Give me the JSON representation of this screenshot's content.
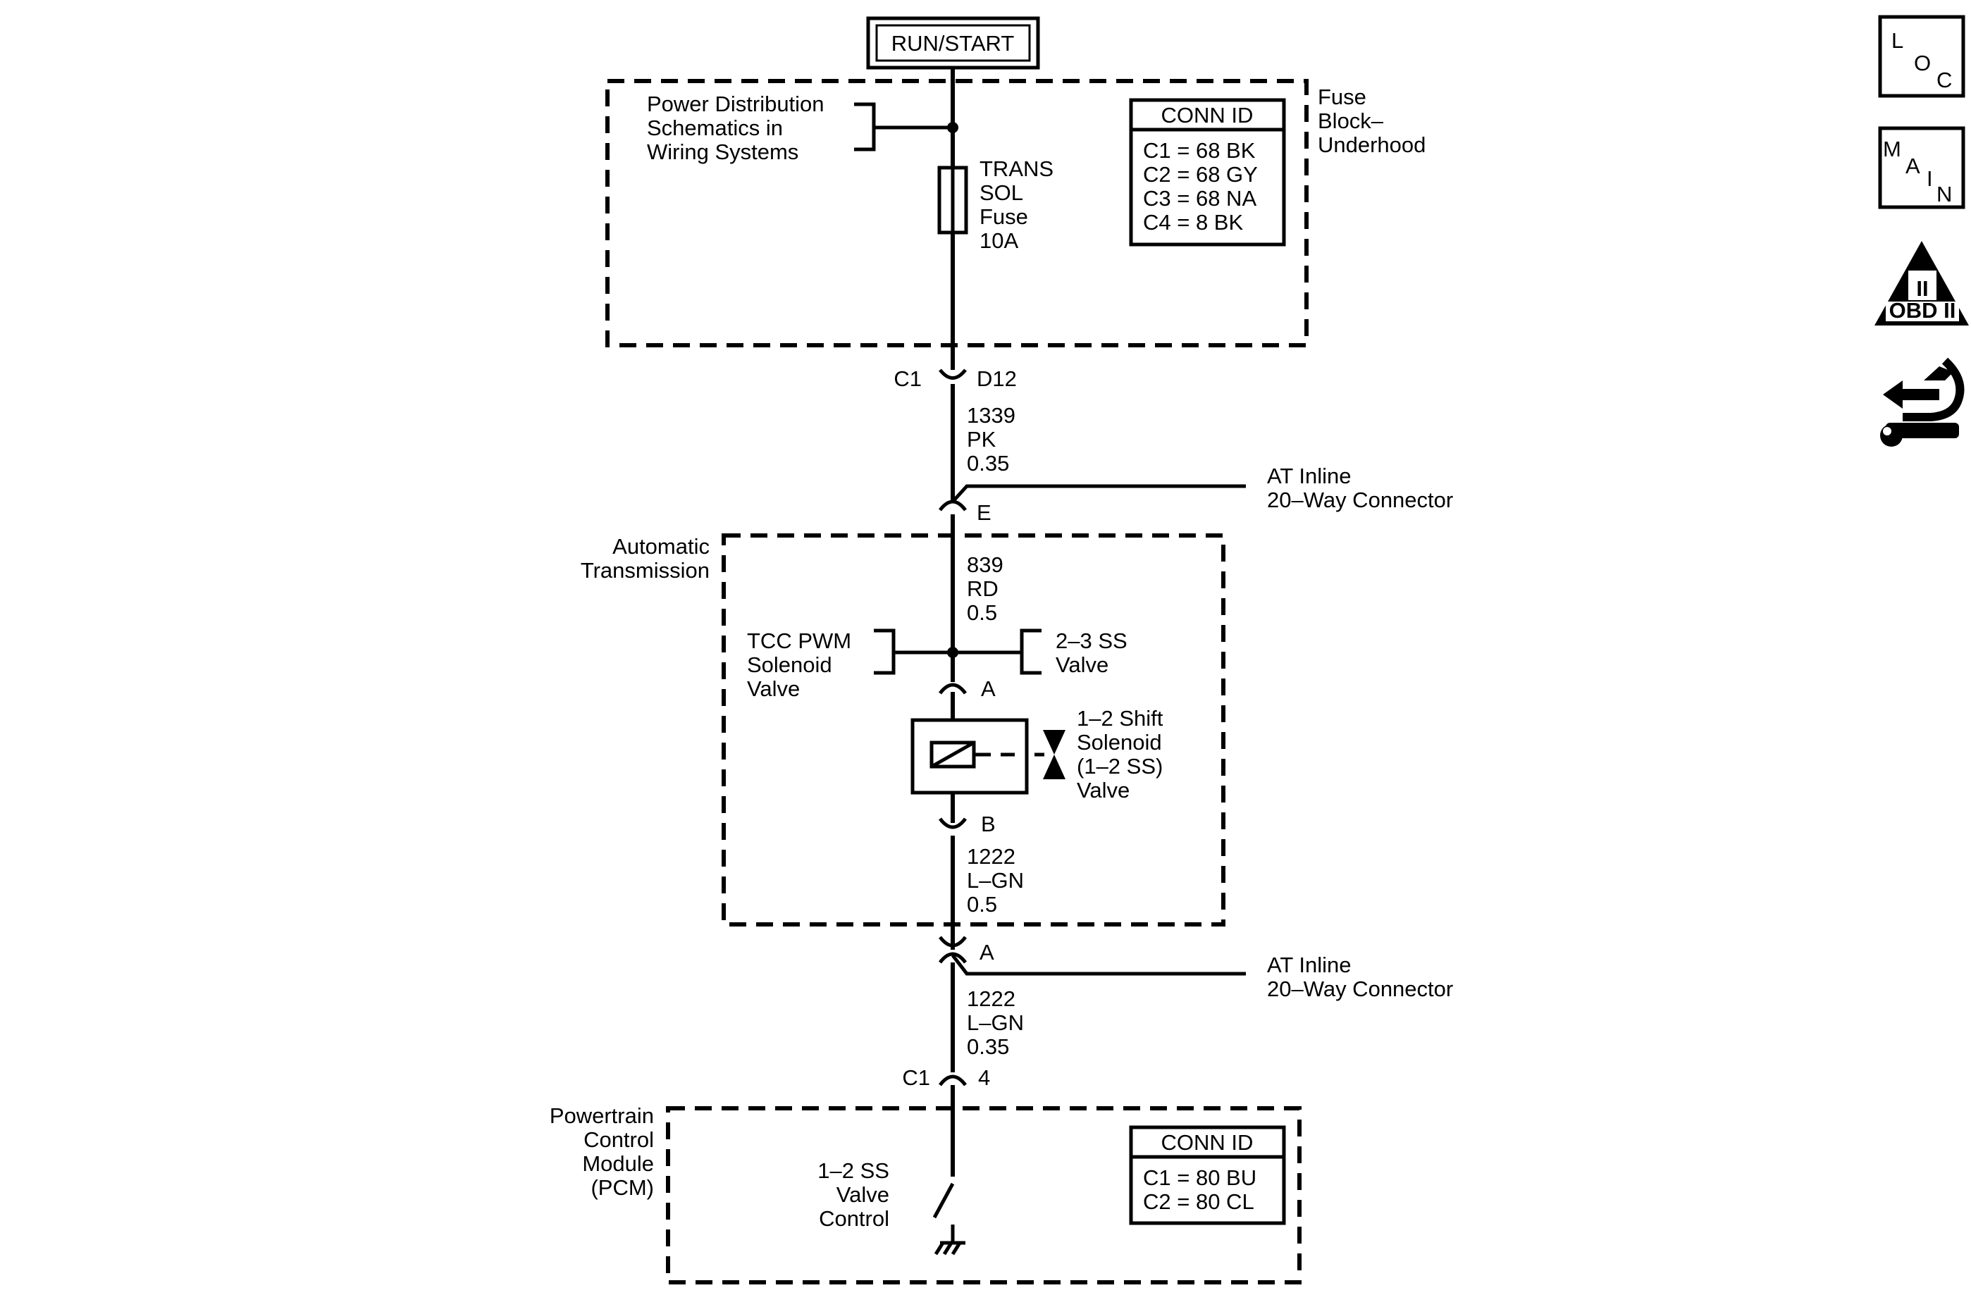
{
  "power_source": "RUN/START",
  "fuse_block": {
    "name_lines": [
      "Fuse",
      "Block–",
      "Underhood"
    ],
    "ref_lines": [
      "Power Distribution",
      "Schematics in",
      "Wiring Systems"
    ],
    "fuse_lines": [
      "TRANS",
      "SOL",
      "Fuse",
      "10A"
    ],
    "conn_id": {
      "title": "CONN ID",
      "rows": [
        "C1 = 68 BK",
        "C2 = 68 GY",
        "C3 = 68 NA",
        "C4 = 8 BK"
      ]
    }
  },
  "connector_c1_d12": {
    "left": "C1",
    "right": "D12"
  },
  "wire_1339": [
    "1339",
    "PK",
    "0.35"
  ],
  "inline_connector_e": {
    "pin": "E",
    "label_lines": [
      "AT Inline",
      "20–Way Connector"
    ]
  },
  "transmission": {
    "name_lines": [
      "Automatic",
      "Transmission"
    ],
    "wire_839": [
      "839",
      "RD",
      "0.5"
    ],
    "left_branch": [
      "TCC PWM",
      "Solenoid",
      "Valve"
    ],
    "right_branch": [
      "2–3 SS",
      "Valve"
    ],
    "pin_a": "A",
    "solenoid_lines": [
      "1–2 Shift",
      "Solenoid",
      "(1–2 SS)",
      "Valve"
    ],
    "pin_b": "B",
    "wire_1222": [
      "1222",
      "L–GN",
      "0.5"
    ]
  },
  "inline_connector_a": {
    "pin": "A",
    "label_lines": [
      "AT Inline",
      "20–Way Connector"
    ]
  },
  "wire_1222_b": [
    "1222",
    "L–GN",
    "0.35"
  ],
  "connector_c1_4": {
    "left": "C1",
    "right": "4"
  },
  "pcm": {
    "name_lines": [
      "Powertrain",
      "Control",
      "Module",
      "(PCM)"
    ],
    "control_lines": [
      "1–2 SS",
      "Valve",
      "Control"
    ],
    "conn_id": {
      "title": "CONN ID",
      "rows": [
        "C1 = 80 BU",
        "C2 = 80 CL"
      ]
    }
  },
  "side_icons": {
    "loc": [
      "L",
      "O",
      "C"
    ],
    "main": [
      "M",
      "A",
      "I",
      "N"
    ],
    "obd": {
      "numeral": "II",
      "label": "OBD II"
    }
  }
}
